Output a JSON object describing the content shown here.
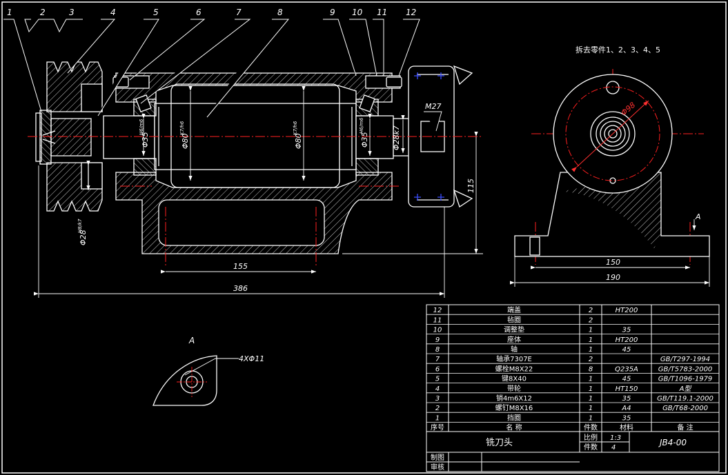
{
  "balloons": [
    "1",
    "2",
    "3",
    "4",
    "5",
    "6",
    "7",
    "8",
    "9",
    "10",
    "11",
    "12"
  ],
  "note_remove": "拆去零件1、2、3、4、5",
  "dims": {
    "d35_left": "Φ35",
    "d35_left_fit": "H6/m6",
    "d80_left": "Φ80",
    "d80_left_fit": "K7/h6",
    "d80_mid": "Φ80",
    "d80_mid_fit": "K7/h6",
    "d35_right": "Φ35",
    "d35_right_fit": "H6/m6",
    "d28": "Φ28k7",
    "m27": "M27",
    "d28_pulley": "Φ28",
    "d28_pulley_fit": "H8/k7",
    "d98": "Φ98",
    "l115": "115",
    "l155": "155",
    "l386": "386",
    "l150": "150",
    "l190": "190"
  },
  "view_a": {
    "title": "A",
    "hole_note": "4XΦ11",
    "arrow_label": "A"
  },
  "bom": [
    {
      "no": "12",
      "name": "端盖",
      "qty": "2",
      "mat": "HT200",
      "note": ""
    },
    {
      "no": "11",
      "name": "毡圈",
      "qty": "2",
      "mat": "",
      "note": ""
    },
    {
      "no": "10",
      "name": "调整垫",
      "qty": "1",
      "mat": "35",
      "note": ""
    },
    {
      "no": "9",
      "name": "座体",
      "qty": "1",
      "mat": "HT200",
      "note": ""
    },
    {
      "no": "8",
      "name": "轴",
      "qty": "1",
      "mat": "45",
      "note": ""
    },
    {
      "no": "7",
      "name": "轴承7307E",
      "qty": "2",
      "mat": "",
      "note": "GB/T297-1994"
    },
    {
      "no": "6",
      "name": "螺栓M8X22",
      "qty": "8",
      "mat": "Q235A",
      "note": "GB/T5783-2000"
    },
    {
      "no": "5",
      "name": "键8X40",
      "qty": "1",
      "mat": "45",
      "note": "GB/T1096-1979"
    },
    {
      "no": "4",
      "name": "带轮",
      "qty": "1",
      "mat": "HT150",
      "note": "A型"
    },
    {
      "no": "3",
      "name": "销4m6X12",
      "qty": "1",
      "mat": "35",
      "note": "GB/T119.1-2000"
    },
    {
      "no": "2",
      "name": "螺钉M8X16",
      "qty": "1",
      "mat": "A4",
      "note": "GB/T68-2000"
    },
    {
      "no": "1",
      "name": "挡圈",
      "qty": "1",
      "mat": "35",
      "note": ""
    }
  ],
  "bom_header": {
    "no": "序号",
    "name": "名  称",
    "qty": "件数",
    "mat": "材料",
    "note": "备  注"
  },
  "title_block": {
    "title": "铣刀头",
    "scale_label": "比例",
    "scale": "1:3",
    "count_label": "件数",
    "count": "4",
    "code": "JB4-00",
    "draw_label": "制图",
    "check_label": "审核"
  },
  "colors": {
    "background": "#000000",
    "line": "#ffffff",
    "center": "#ff2020",
    "dim": "#ff3030",
    "bolt": "#3a4dff"
  }
}
